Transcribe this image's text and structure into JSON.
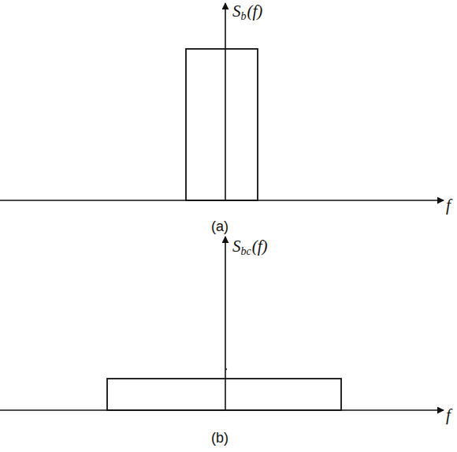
{
  "diagram": {
    "labels": [
      "S",
      "b",
      "(f)",
      "f",
      "(a)",
      "S",
      "bc",
      "(f)",
      "f",
      "(b)"
    ]
  }
}
